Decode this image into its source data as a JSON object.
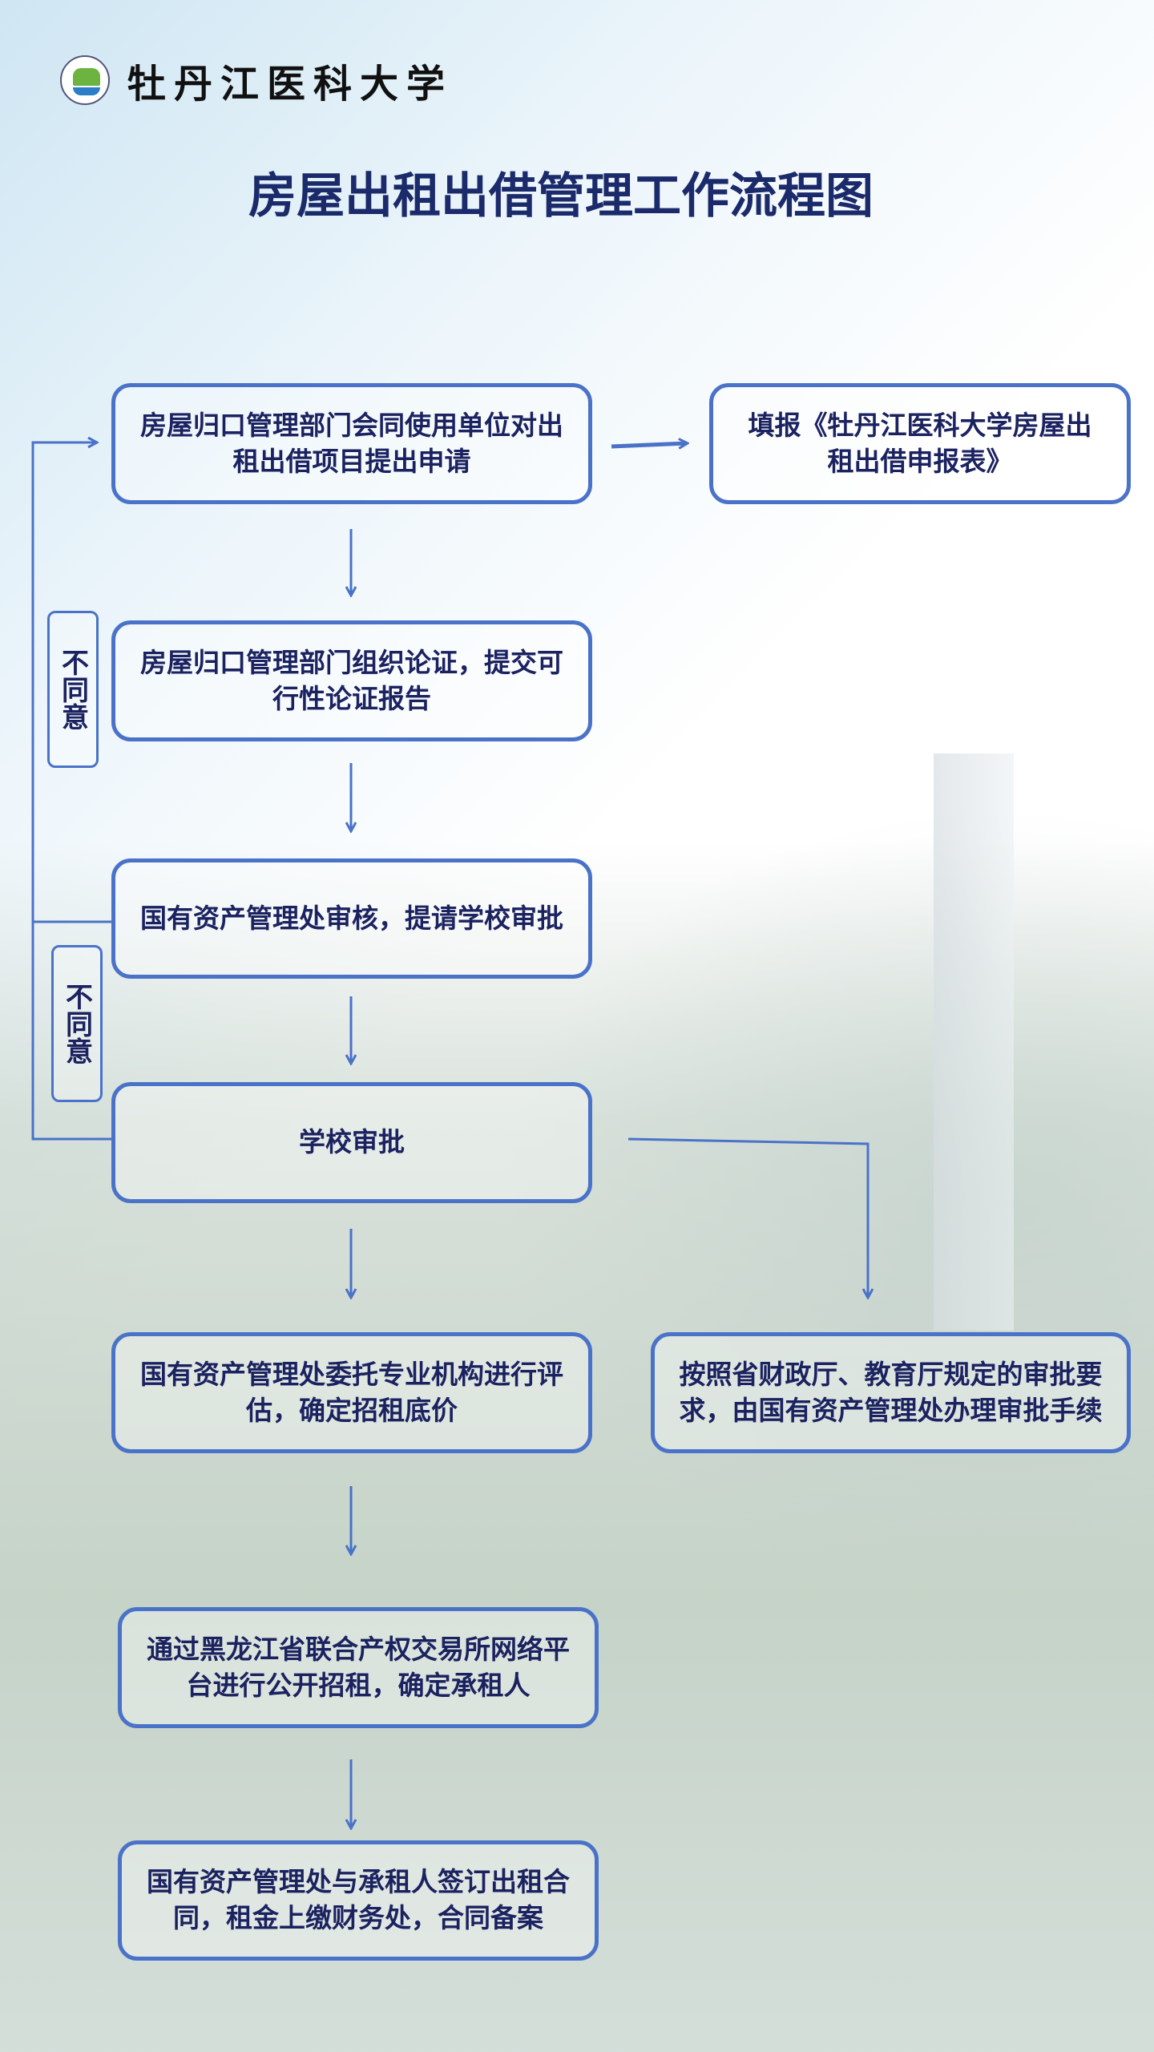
{
  "header": {
    "university": "牡丹江医科大学",
    "title": "房屋出租出借管理工作流程图"
  },
  "steps": [
    "房屋归口管理部门会同使用单位对出租出借项目提出申请",
    "房屋归口管理部门组织论证，提交可行性论证报告",
    "国有资产管理处审核，提请学校审批",
    "学校审批",
    "国有资产管理处委托专业机构进行评估，确定招租底价",
    "通过黑龙江省联合产权交易所网络平台进行公开招租，确定承租人",
    "国有资产管理处与承租人签订出租合同，租金上缴财务处，合同备案"
  ],
  "side": {
    "form": "填报《牡丹江医科大学房屋出租出借申报表》",
    "approval": "按照省财政厅、教育厅规定的审批要求，由国有资产管理处办理审批手续"
  },
  "reject_label": "不同意",
  "colors": {
    "border": "#4a72c8",
    "text": "#1b2260"
  }
}
